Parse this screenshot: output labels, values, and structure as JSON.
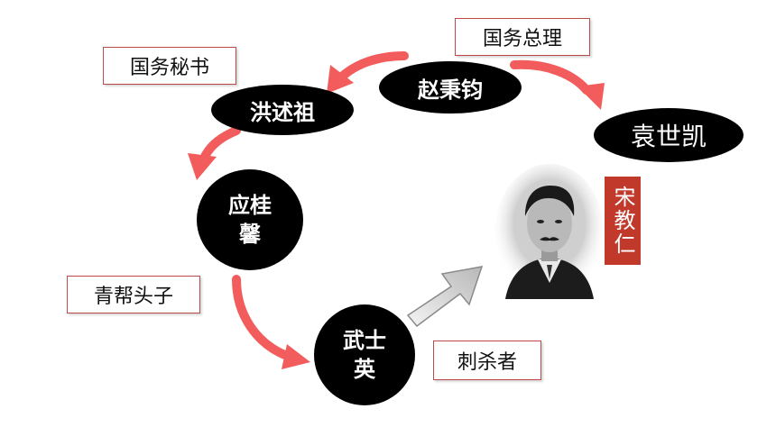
{
  "nodes": {
    "zhao": "赵秉钧",
    "hong": "洪述祖",
    "yuan": "袁世凯",
    "ying": "应桂馨",
    "wu": "武士英"
  },
  "labels": {
    "premier": "国务总理",
    "secretary": "国务秘书",
    "gang_leader": "青帮头子",
    "assassin": "刺杀者"
  },
  "portrait": {
    "name": "宋教仁"
  },
  "colors": {
    "arrow_red": "#f25c5c",
    "node_black": "#000000",
    "label_border": "#b94a48",
    "name_red": "#c0392b"
  }
}
